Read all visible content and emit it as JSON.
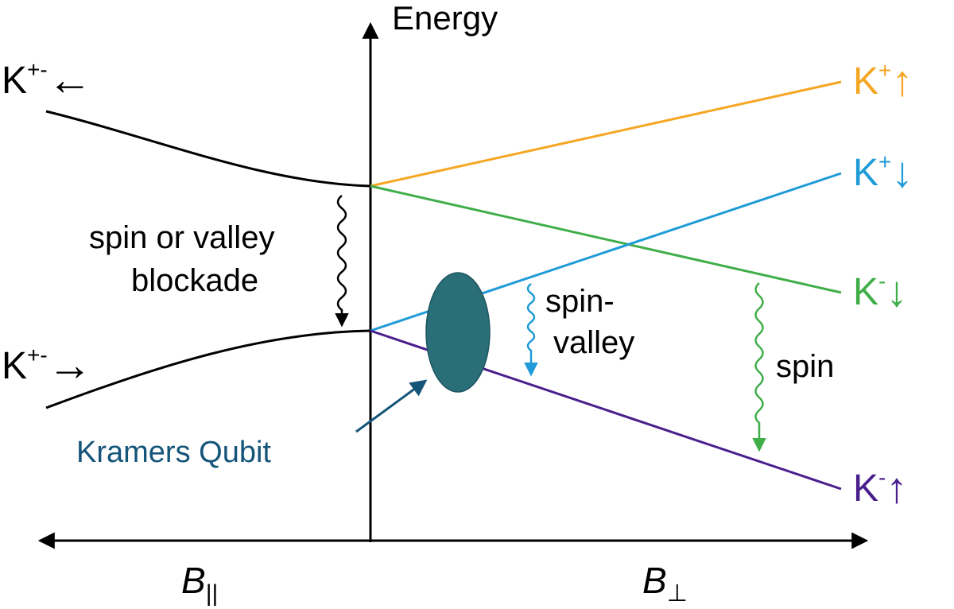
{
  "axes": {
    "y_label": "Energy",
    "x_left_label": "B",
    "x_left_sub": "||",
    "x_right_label": "B",
    "x_right_sub": "⊥"
  },
  "levels": {
    "left_top": {
      "base": "K",
      "sup": "+-",
      "arrow": "←"
    },
    "left_bottom": {
      "base": "K",
      "sup": "+-",
      "arrow": "→"
    },
    "right_1": {
      "base": "K",
      "sup": "+",
      "arrow": "↑",
      "color": "#f5a623"
    },
    "right_2": {
      "base": "K",
      "sup": "+",
      "arrow": "↓",
      "color": "#1f9bd7"
    },
    "right_3": {
      "base": "K",
      "sup": "-",
      "arrow": "↓",
      "color": "#3fae49"
    },
    "right_4": {
      "base": "K",
      "sup": "-",
      "arrow": "↑",
      "color": "#4b1e8e"
    }
  },
  "transitions": {
    "blockade_line1": "spin or valley",
    "blockade_line2": "blockade",
    "spin_valley_line1": "spin-",
    "spin_valley_line2": "valley",
    "spin": "spin"
  },
  "qubit": {
    "label": "Kramers Qubit",
    "label_color": "#15557a",
    "fill_color": "#2a6e78"
  },
  "colors": {
    "orange": "#f5a623",
    "blue": "#1f9bd7",
    "green": "#3fae49",
    "purple": "#4b1e8e",
    "black": "#000000"
  }
}
